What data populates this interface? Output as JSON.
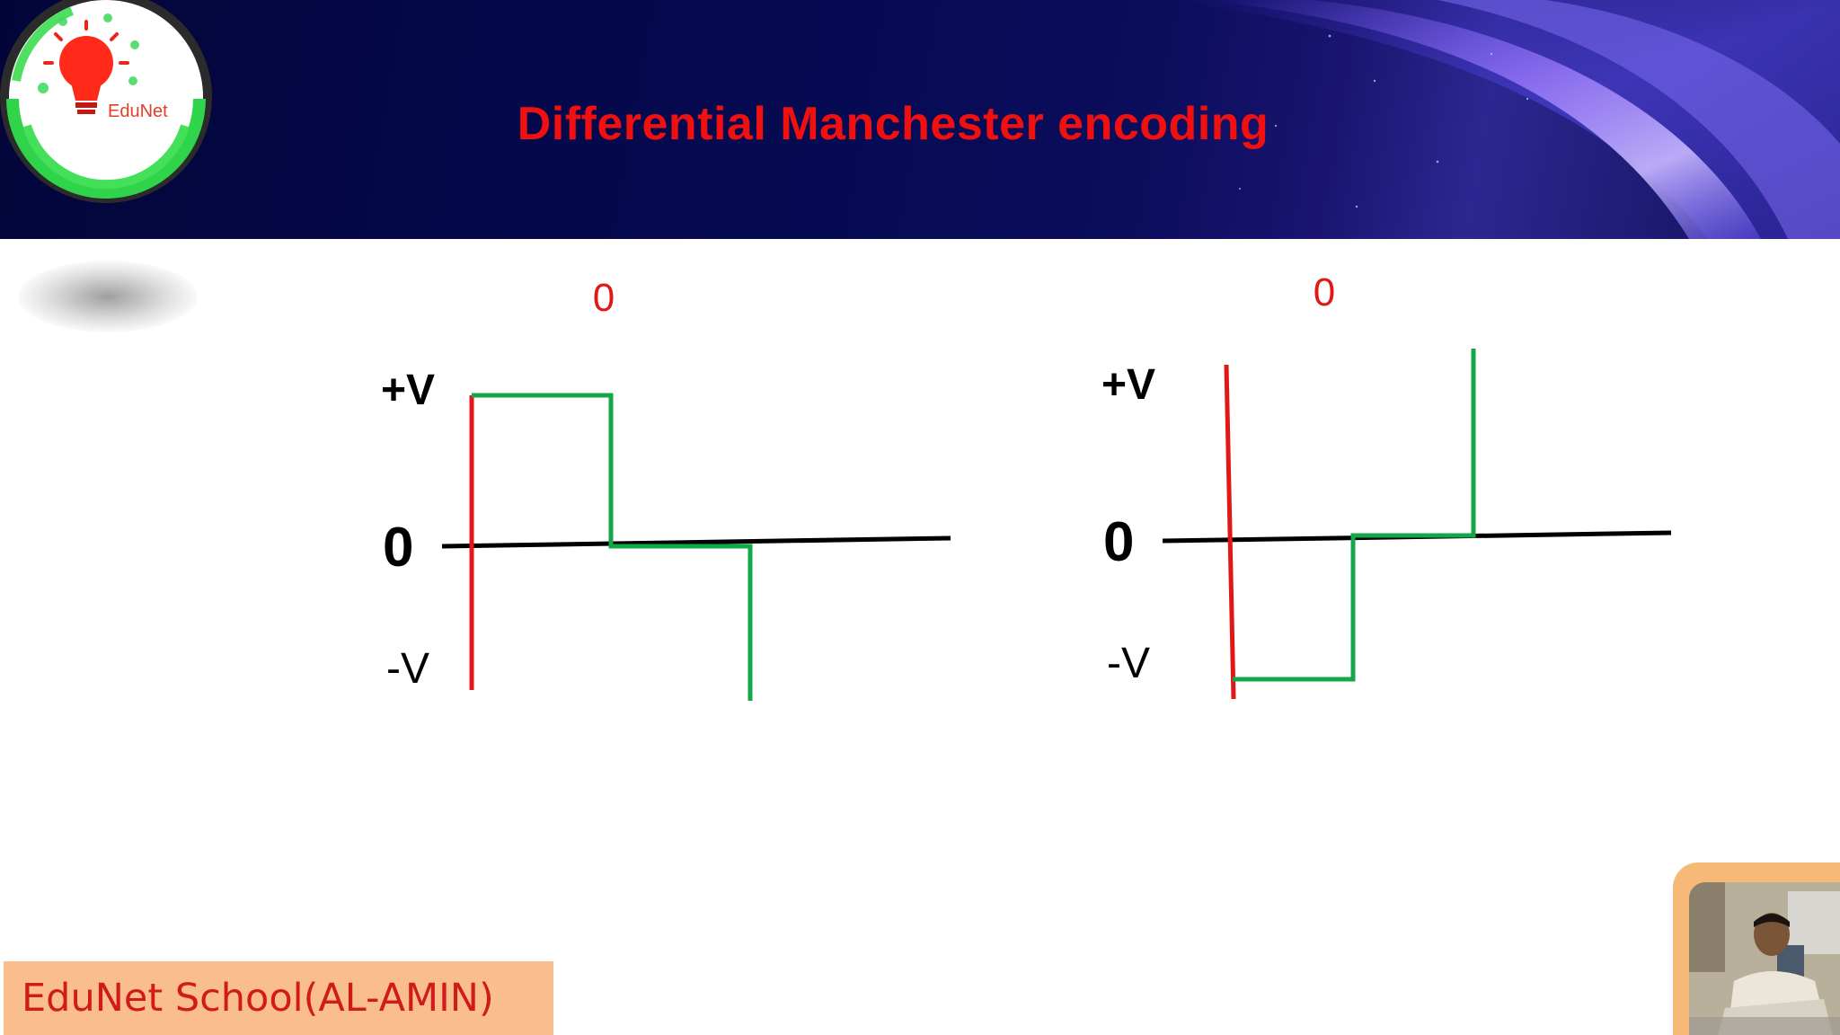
{
  "slide": {
    "title": "Differential Manchester encoding",
    "logo_text": "EduNet"
  },
  "diagram_left": {
    "bit_label": "0",
    "plus_v": "+V",
    "zero": "0",
    "minus_v": "-V"
  },
  "diagram_right": {
    "bit_label": "0",
    "plus_v": "+V",
    "zero": "0",
    "minus_v": "-V"
  },
  "footer": {
    "text": "EduNet School(AL-AMIN)"
  },
  "colors": {
    "title": "#f01010",
    "transition_line": "#e01818",
    "signal_line": "#12a84a",
    "axis": "#000000",
    "footer_bg": "#f9bd8e",
    "header_bg": "#060a52"
  }
}
